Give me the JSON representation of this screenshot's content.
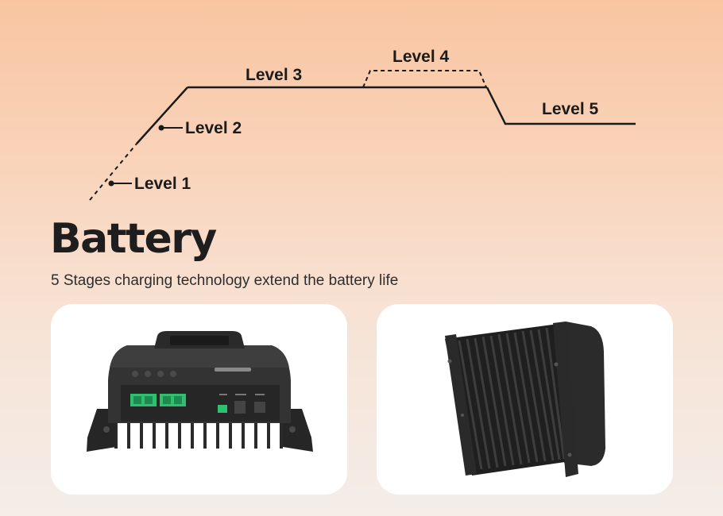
{
  "diagram": {
    "levels": [
      "Level 1",
      "Level 2",
      "Level 3",
      "Level 4",
      "Level 5"
    ]
  },
  "header": {
    "title": "Battery",
    "subtitle": "5 Stages charging technology extend the battery life"
  },
  "products": [
    {
      "view": "front"
    },
    {
      "view": "back heatsink"
    }
  ]
}
